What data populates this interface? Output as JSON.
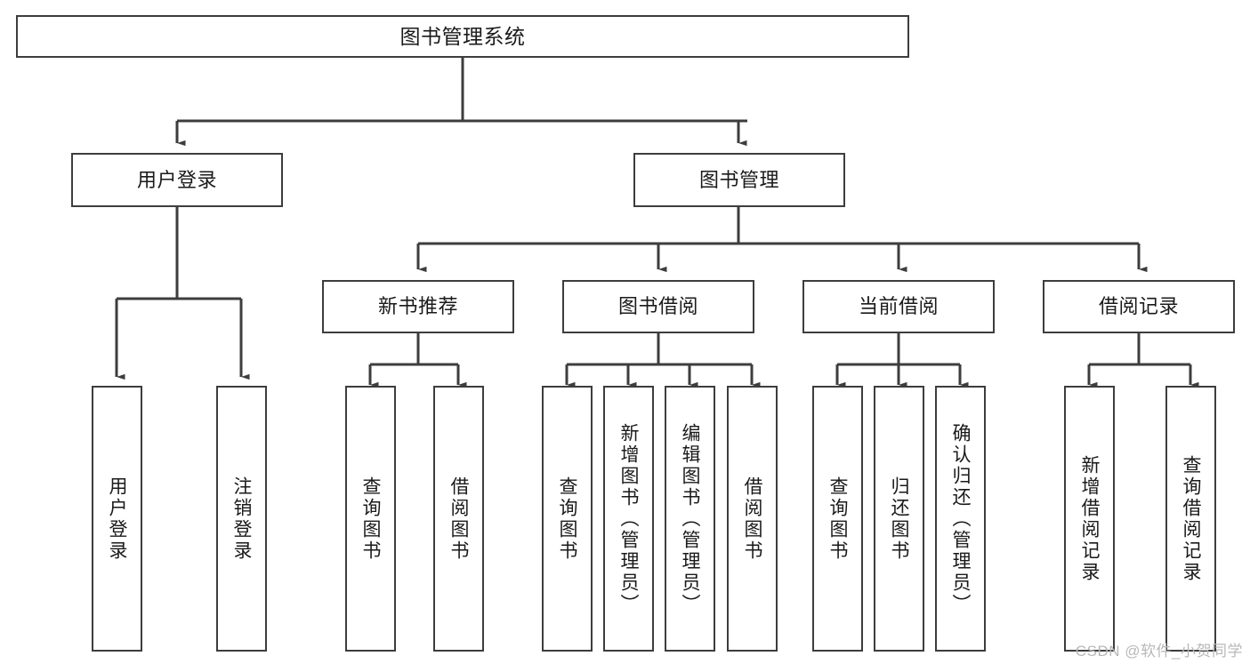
{
  "diagram": {
    "type": "tree-hierarchy",
    "title": "图书管理系统",
    "watermark": "CSDN @软件_小贺同学",
    "colors": {
      "box_border": "#3d3d3d",
      "box_fill": "#ffffff",
      "line": "#3d3d3d",
      "text": "#1a1a1a",
      "watermark": "#b8b8b8",
      "background": "#ffffff"
    },
    "root": {
      "label": "图书管理系统"
    },
    "level1": [
      {
        "label": "用户登录"
      },
      {
        "label": "图书管理"
      }
    ],
    "level2": [
      {
        "label": "新书推荐"
      },
      {
        "label": "图书借阅"
      },
      {
        "label": "当前借阅"
      },
      {
        "label": "借阅记录"
      }
    ],
    "leaves": {
      "user_login": [
        {
          "label": "用户登录"
        },
        {
          "label": "注销登录"
        }
      ],
      "new_book_recommend": [
        {
          "label": "查询图书"
        },
        {
          "label": "借阅图书"
        }
      ],
      "book_borrow": [
        {
          "label": "查询图书"
        },
        {
          "label": "新增图书（管理员）"
        },
        {
          "label": "编辑图书（管理员）"
        },
        {
          "label": "借阅图书"
        }
      ],
      "current_borrow": [
        {
          "label": "查询图书"
        },
        {
          "label": "归还图书"
        },
        {
          "label": "确认归还（管理员）"
        }
      ],
      "borrow_records": [
        {
          "label": "新增借阅记录"
        },
        {
          "label": "查询借阅记录"
        }
      ]
    }
  }
}
